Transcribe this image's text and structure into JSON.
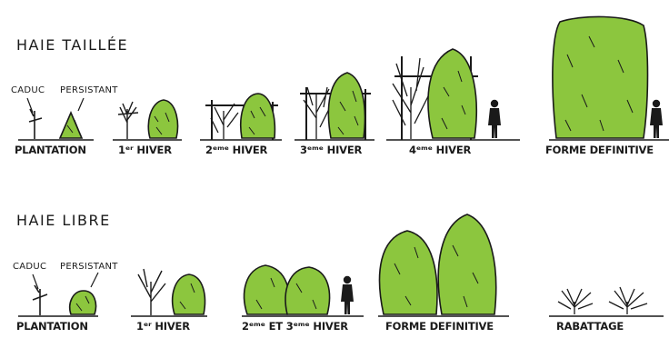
{
  "hedge_trimmed": {
    "title": "HAIE TAILLÉE",
    "legend_deciduous": "CADUC",
    "legend_evergreen": "PERSISTANT",
    "stages": [
      "PLANTATION",
      "1ᵉʳ HIVER",
      "2ᵉᵐᵉ HIVER",
      "3ᵉᵐᵉ HIVER",
      "4ᵉᵐᵉ HIVER",
      "FORME DEFINITIVE"
    ]
  },
  "hedge_free": {
    "title": "HAIE LIBRE",
    "legend_deciduous": "CADUC",
    "legend_evergreen": "PERSISTANT",
    "stages": [
      "PLANTATION",
      "1ᵉʳ HIVER",
      "2ᵉᵐᵉ ET 3ᵉᵐᵉ HIVER",
      "FORME DEFINITIVE",
      "RABATTAGE"
    ]
  },
  "colors": {
    "foliage": "#8cc63e",
    "ink": "#1a1a1a"
  }
}
